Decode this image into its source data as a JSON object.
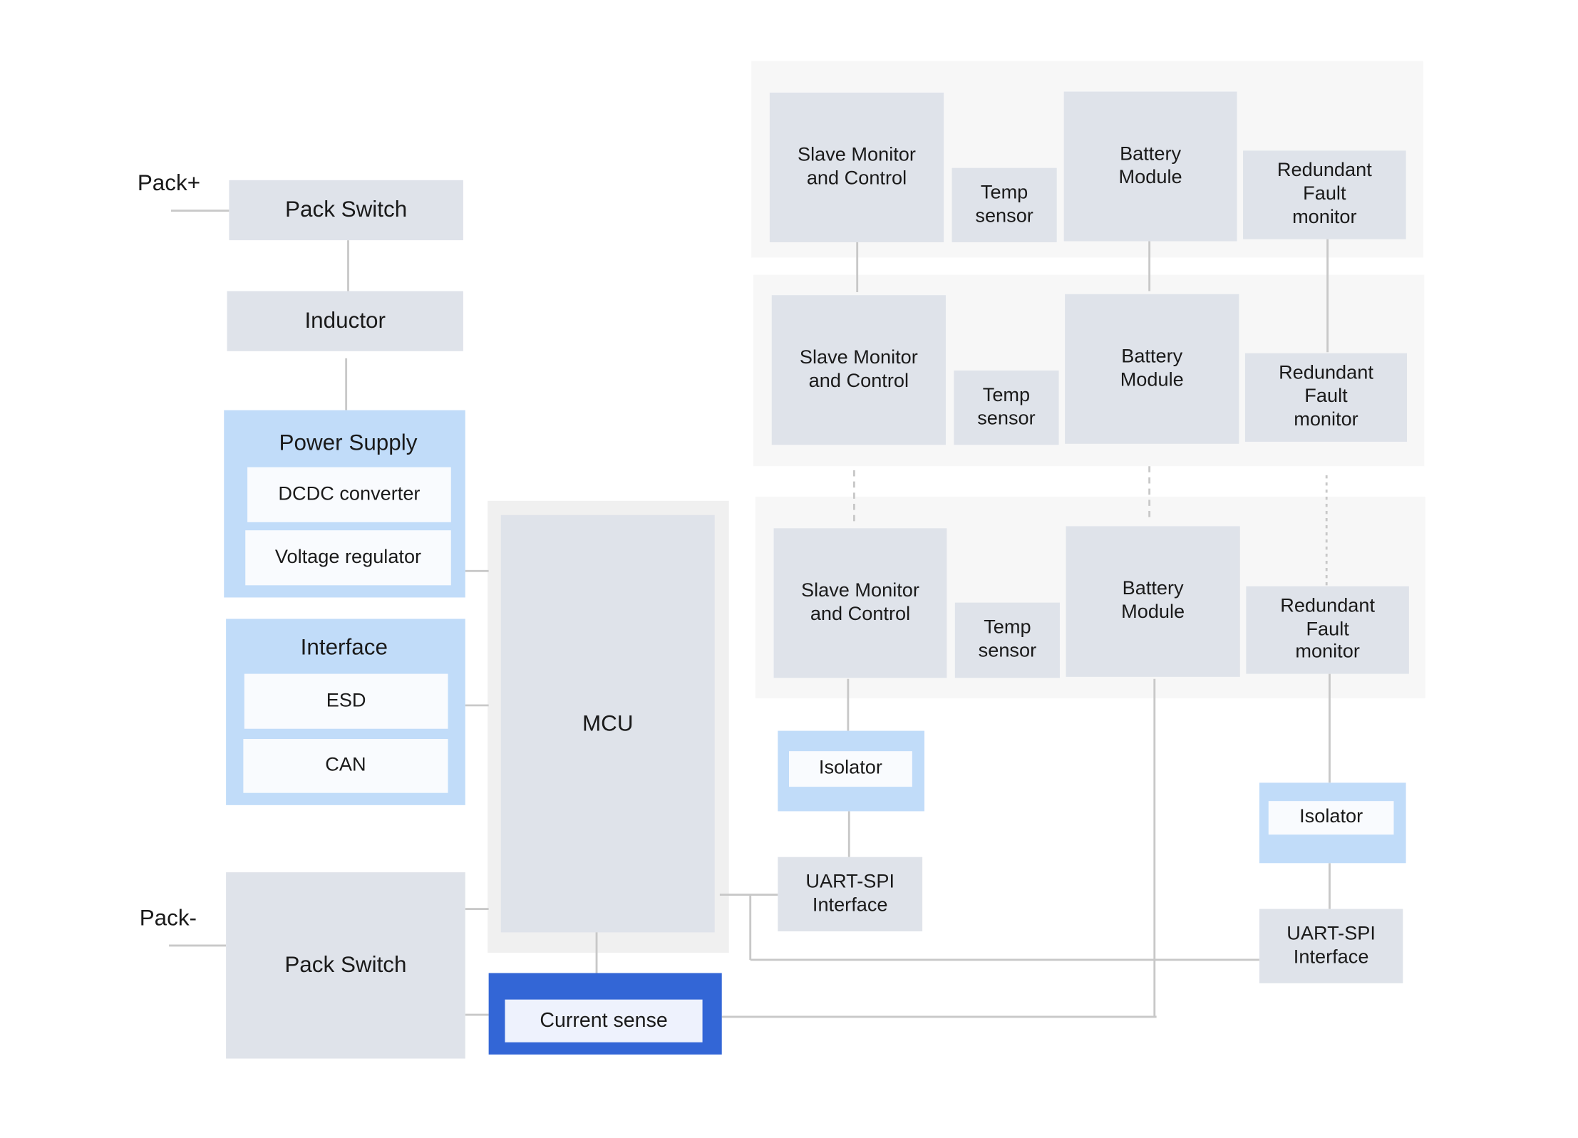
{
  "terminals": {
    "pack_plus": "Pack+",
    "pack_minus": "Pack-"
  },
  "left_column": {
    "pack_switch_top": "Pack Switch",
    "inductor": "Inductor",
    "power_supply": {
      "title": "Power Supply",
      "items": [
        "DCDC converter",
        "Voltage regulator"
      ]
    },
    "interface": {
      "title": "Interface",
      "items": [
        "ESD",
        "CAN"
      ]
    },
    "pack_switch_bottom": "Pack Switch"
  },
  "mcu": {
    "label": "MCU"
  },
  "current_sense": {
    "label": "Current sense"
  },
  "modules": [
    {
      "slave": "Slave Monitor\nand Control",
      "temp": "Temp\nsensor",
      "battery": "Battery\nModule",
      "redundant": "Redundant\nFault\nmonitor"
    },
    {
      "slave": "Slave Monitor\nand Control",
      "temp": "Temp\nsensor",
      "battery": "Battery\nModule",
      "redundant": "Redundant\nFault\nmonitor"
    },
    {
      "slave": "Slave Monitor\nand Control",
      "temp": "Temp\nsensor",
      "battery": "Battery\nModule",
      "redundant": "Redundant\nFault\nmonitor"
    }
  ],
  "isolators": [
    "Isolator",
    "Isolator"
  ],
  "uart_spi": [
    "UART-SPI\nInterface",
    "UART-SPI\nInterface"
  ],
  "colors": {
    "block_gray": "#dfe3ea",
    "light_blue": "#c1dcf9",
    "accent_blue": "#3366d6",
    "wire": "#c8c8c8"
  }
}
